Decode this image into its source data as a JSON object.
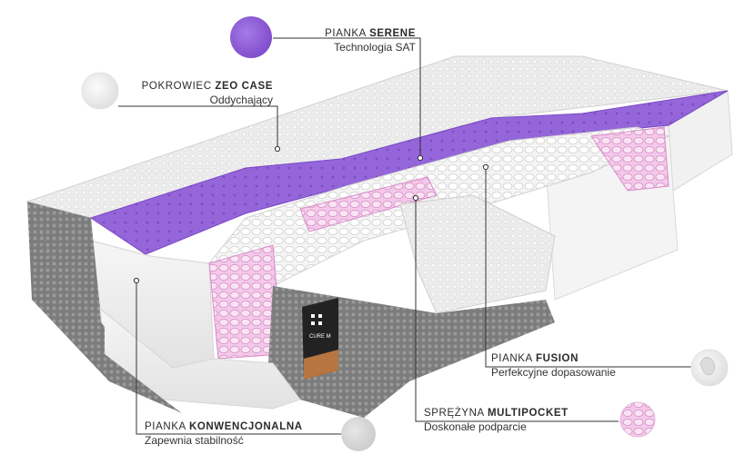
{
  "callouts": {
    "serene": {
      "prefix": "PIANKA",
      "bold": "SERENE",
      "sub": "Technologia SAT"
    },
    "zeo_case": {
      "prefix": "POKROWIEC",
      "bold": "ZEO CASE",
      "sub": "Oddychający"
    },
    "fusion": {
      "prefix": "PIANKA",
      "bold": "FUSION",
      "sub": "Perfekcyjne dopasowanie"
    },
    "multipocket": {
      "prefix": "SPRĘŻYNA",
      "bold": "MULTIPOCKET",
      "sub": "Doskonałe podparcie"
    },
    "konwencjonalna": {
      "prefix": "PIANKA",
      "bold": "KONWENCJONALNA",
      "sub": "Zapewnia stabilność"
    }
  },
  "product_tag": {
    "brand": "CURE M"
  },
  "colors": {
    "purple": "#8e5bd6",
    "pink": "#e8a6d8",
    "grey_side": "#8c8c8c",
    "cover": "#eeeeee"
  }
}
